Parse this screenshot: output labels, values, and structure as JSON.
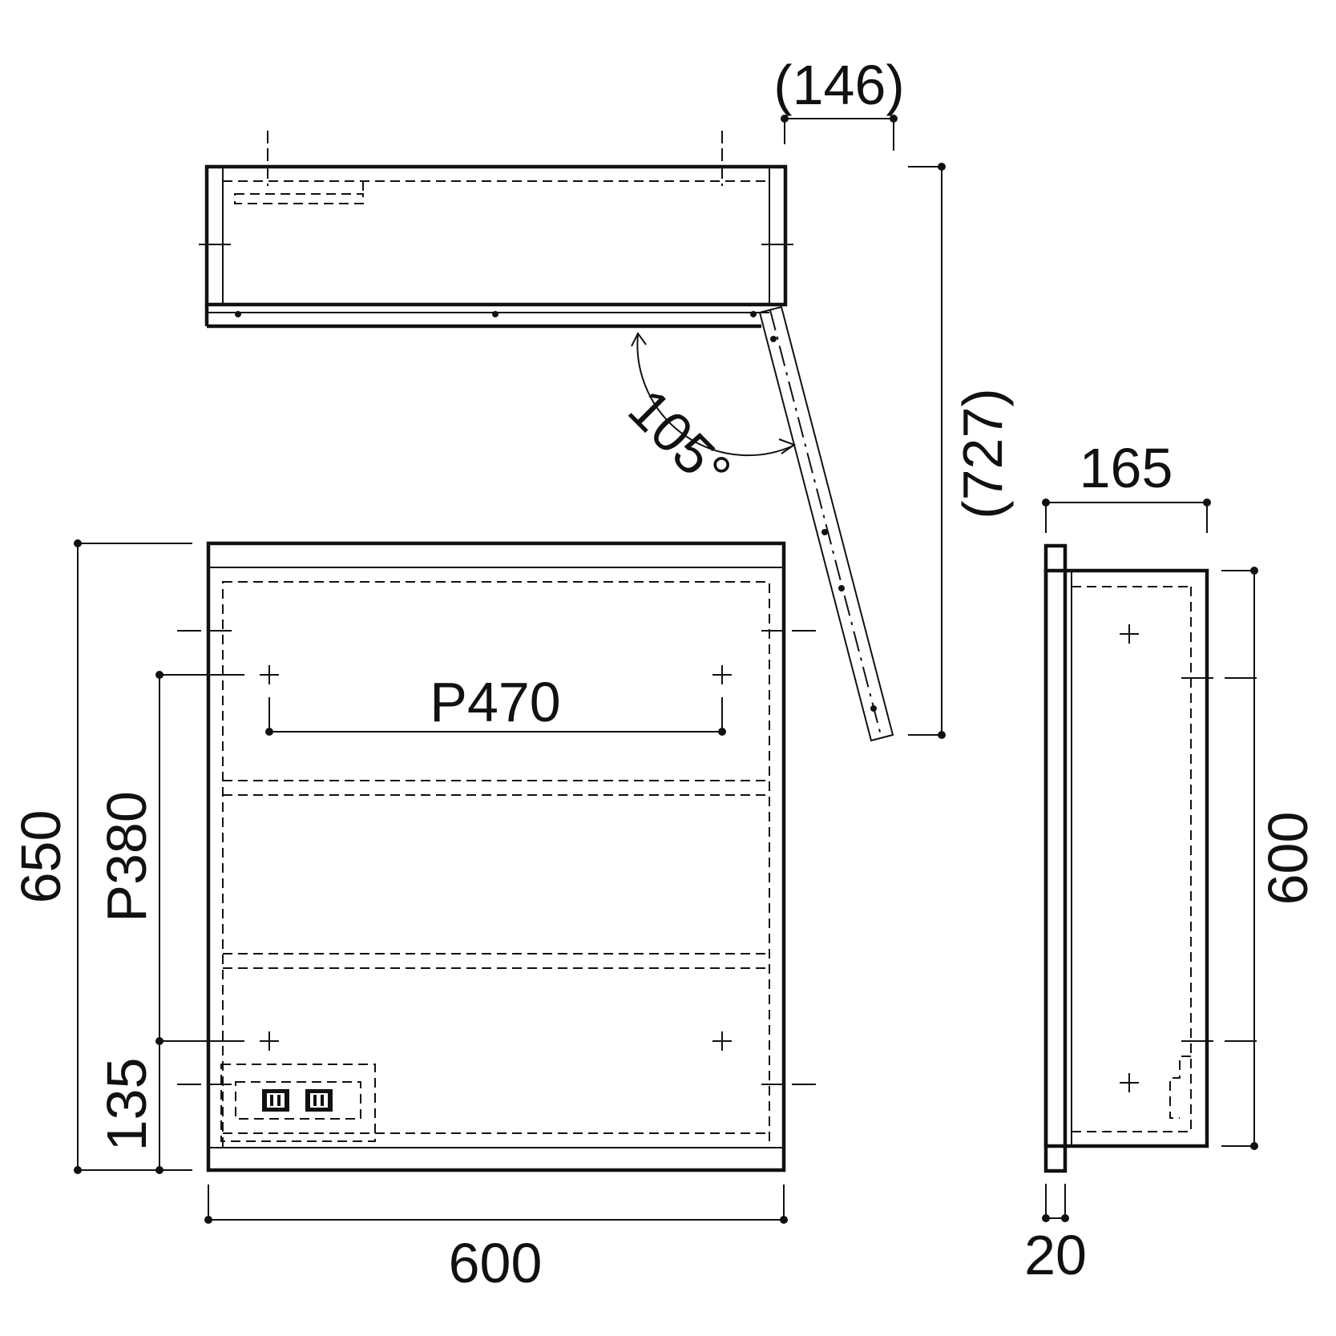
{
  "dimensions": {
    "top_depth_open": "(146)",
    "open_reach": "(727)",
    "door_angle": "105°",
    "side_depth": "165",
    "front_height": "650",
    "mount_pitch_vertical": "P380",
    "mount_pitch_horizontal": "P470",
    "outlet_height": "135",
    "front_width": "600",
    "side_height": "600",
    "door_thickness": "20"
  }
}
